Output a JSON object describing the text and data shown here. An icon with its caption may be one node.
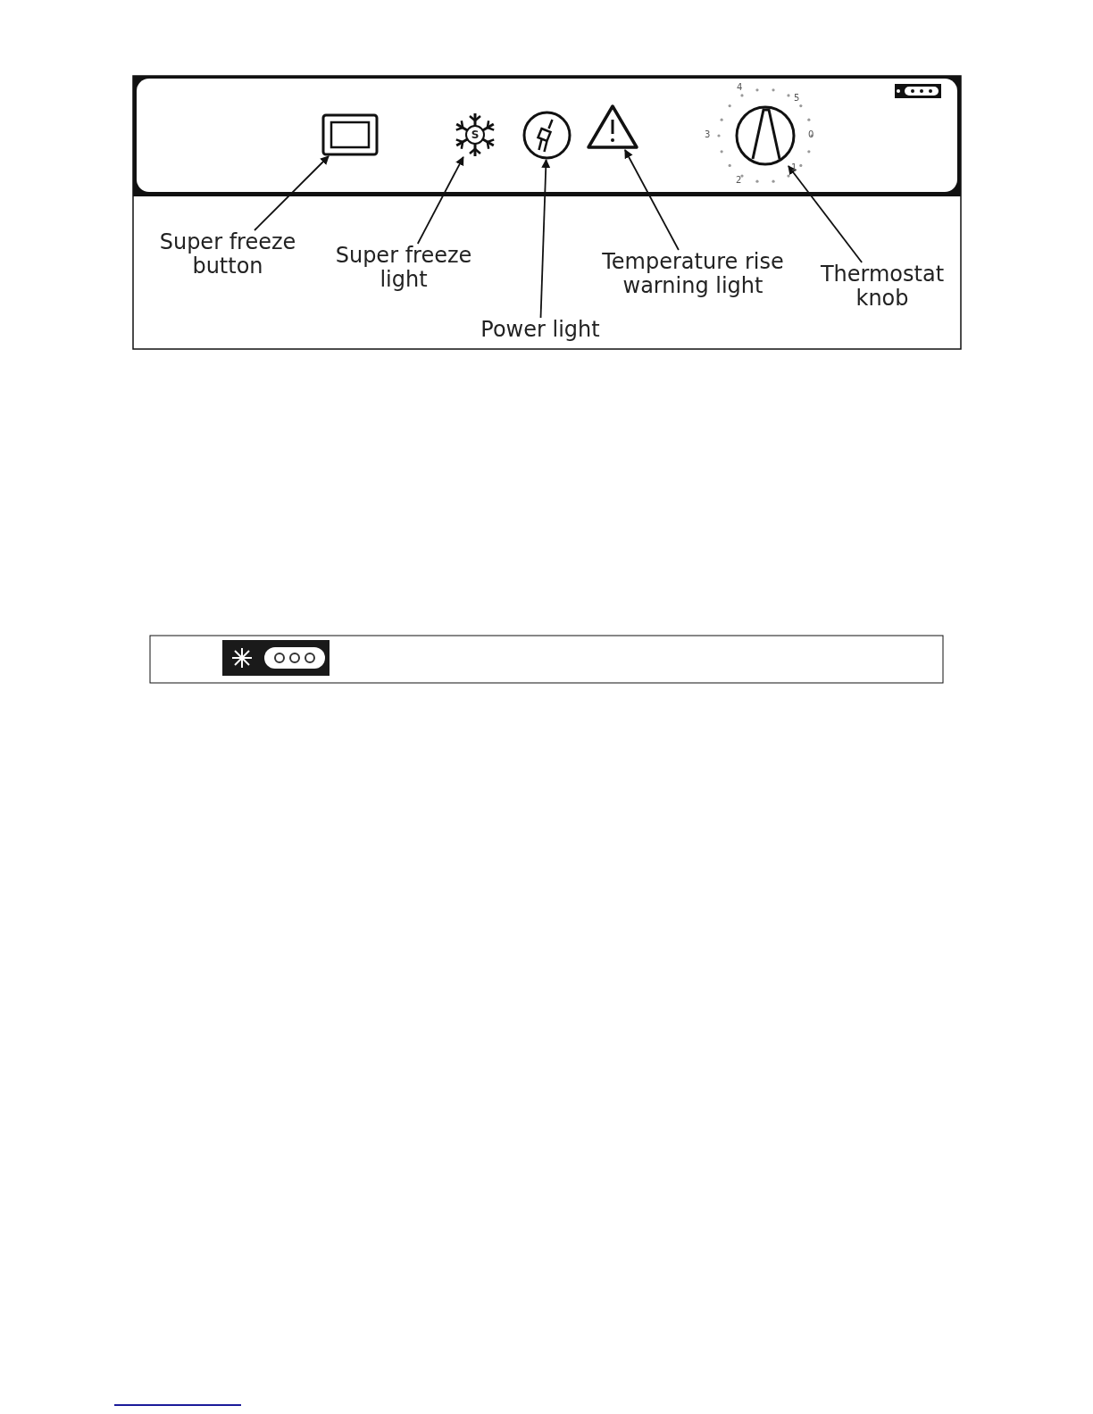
{
  "diagram": {
    "nodes": [
      {
        "text": [],
        "shape": "box"
      },
      {
        "text": [
          "S"
        ]
      },
      {
        "text": [],
        "shape": "circle"
      },
      {
        "text": [],
        "shape": "triangle"
      },
      {
        "text": [],
        "shape": "circle"
      },
      {
        "text": [
          "Super freeze button"
        ]
      },
      {
        "text": [
          "Super freeze light"
        ]
      },
      {
        "text": [
          "Power light"
        ]
      },
      {
        "text": [
          "Temperature rise warning light"
        ]
      },
      {
        "text": [
          "Thermostat knob"
        ]
      }
    ],
    "edges": [
      {
        "from": 5,
        "to": 0,
        "arrow": "to"
      },
      {
        "from": 6,
        "to": 1,
        "arrow": "to"
      },
      {
        "from": 7,
        "to": 2,
        "arrow": "to"
      },
      {
        "from": 8,
        "to": 3,
        "arrow": "to"
      },
      {
        "from": 9,
        "to": 4,
        "arrow": "to"
      }
    ],
    "labels": [
      "4",
      "5",
      "3",
      "0",
      "1",
      "2"
    ]
  }
}
